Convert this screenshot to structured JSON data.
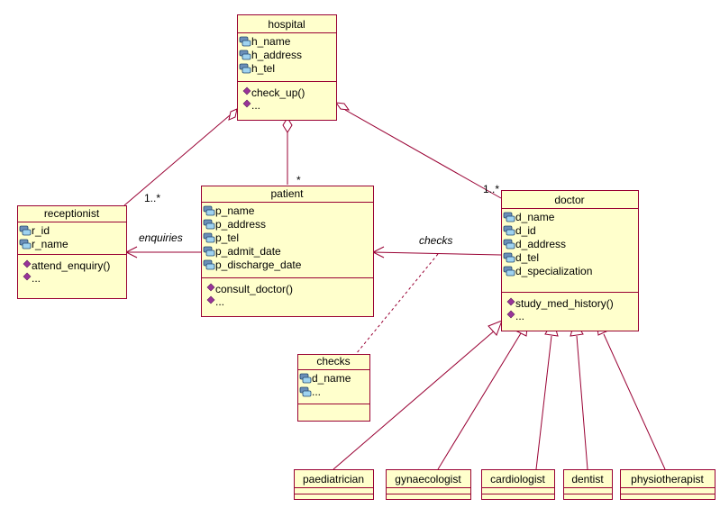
{
  "classes": {
    "hospital": {
      "title": "hospital",
      "attributes": [
        "h_name",
        "h_address",
        "h_tel"
      ],
      "operations": [
        "check_up()",
        "..."
      ]
    },
    "receptionist": {
      "title": "receptionist",
      "attributes": [
        "r_id",
        "r_name"
      ],
      "operations": [
        "attend_enquiry()",
        "..."
      ]
    },
    "patient": {
      "title": "patient",
      "attributes": [
        "p_name",
        "p_address",
        "p_tel",
        "p_admit_date",
        "p_discharge_date"
      ],
      "operations": [
        "consult_doctor()",
        "..."
      ]
    },
    "doctor": {
      "title": "doctor",
      "attributes": [
        "d_name",
        "d_id",
        "d_address",
        "d_tel",
        "d_specialization"
      ],
      "operations": [
        "study_med_history()",
        "..."
      ]
    },
    "checks": {
      "title": "checks",
      "attributes": [
        "d_name",
        "..."
      ],
      "operations": []
    },
    "paediatrician": {
      "title": "paediatrician",
      "attributes": [],
      "operations": []
    },
    "gynaecologist": {
      "title": "gynaecologist",
      "attributes": [],
      "operations": []
    },
    "cardiologist": {
      "title": "cardiologist",
      "attributes": [],
      "operations": []
    },
    "dentist": {
      "title": "dentist",
      "attributes": [],
      "operations": []
    },
    "physiotherapist": {
      "title": "physiotherapist",
      "attributes": [],
      "operations": []
    }
  },
  "associations": {
    "enquiries": "enquiries",
    "checks": "checks"
  },
  "multiplicities": {
    "hospital_receptionist": "1..*",
    "hospital_patient": "*",
    "hospital_doctor": "1..*"
  },
  "colors": {
    "box_fill": "#ffffcc",
    "line": "#990033",
    "attribute_icon": "#6b8fb8",
    "operation_icon": "#993399"
  }
}
